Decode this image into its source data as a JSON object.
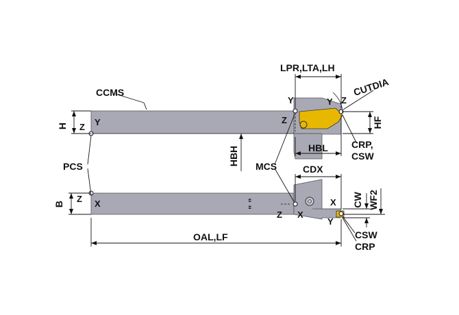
{
  "labels": {
    "ccms": "CCMS",
    "pcs": "PCS",
    "mcs": "MCS",
    "lpr": "LPR,LTA,LH",
    "cutdia": "CUTDIA",
    "h": "H",
    "hf": "HF",
    "hbh": "HBH",
    "hbl": "HBL",
    "crp_csw": "CRP,",
    "csw_line2": "CSW",
    "cdx": "CDX",
    "cw": "CW",
    "wf2": "WF2",
    "b": "B",
    "oal_lf": "OAL,LF",
    "csw": "CSW",
    "crp": "CRP",
    "z": "Z",
    "y": "Y",
    "x": "X",
    "marks": "” ”"
  },
  "colors": {
    "body": "#a9a9b5",
    "body_dark": "#8c8c98",
    "insert": "#e8b800",
    "line": "#111111"
  }
}
